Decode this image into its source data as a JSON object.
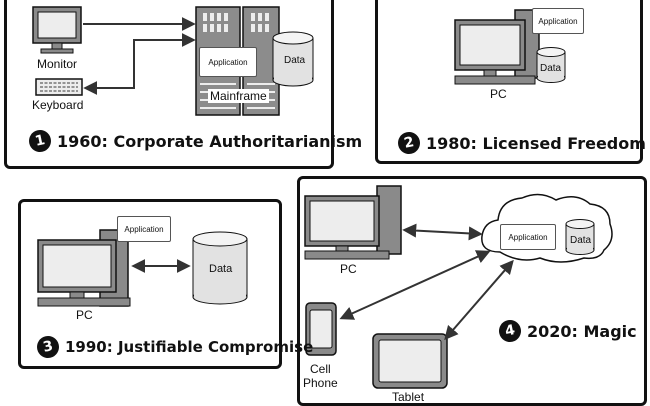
{
  "panels": [
    {
      "caption_num": "1",
      "caption": "1960: Corporate Authoritarianism",
      "monitor": "Monitor",
      "keyboard": "Keyboard",
      "application": "Application",
      "data": "Data",
      "mainframe": "Mainframe"
    },
    {
      "caption_num": "2",
      "caption": "1980: Licensed Freedom",
      "application": "Application",
      "data": "Data",
      "pc": "PC"
    },
    {
      "caption_num": "3",
      "caption": "1990: Justifiable Compromise",
      "application": "Application",
      "data": "Data",
      "pc": "PC"
    },
    {
      "caption_num": "4",
      "caption": "2020: Magic",
      "application": "Application",
      "data": "Data",
      "pc": "PC",
      "cell_phone": "Cell\nPhone",
      "tablet": "Tablet"
    }
  ],
  "colors": {
    "outline": "#111111",
    "device_fill": "#8a8a8a",
    "screen_fill": "#ededed",
    "mainframe_fill": "#8c8c8c"
  }
}
